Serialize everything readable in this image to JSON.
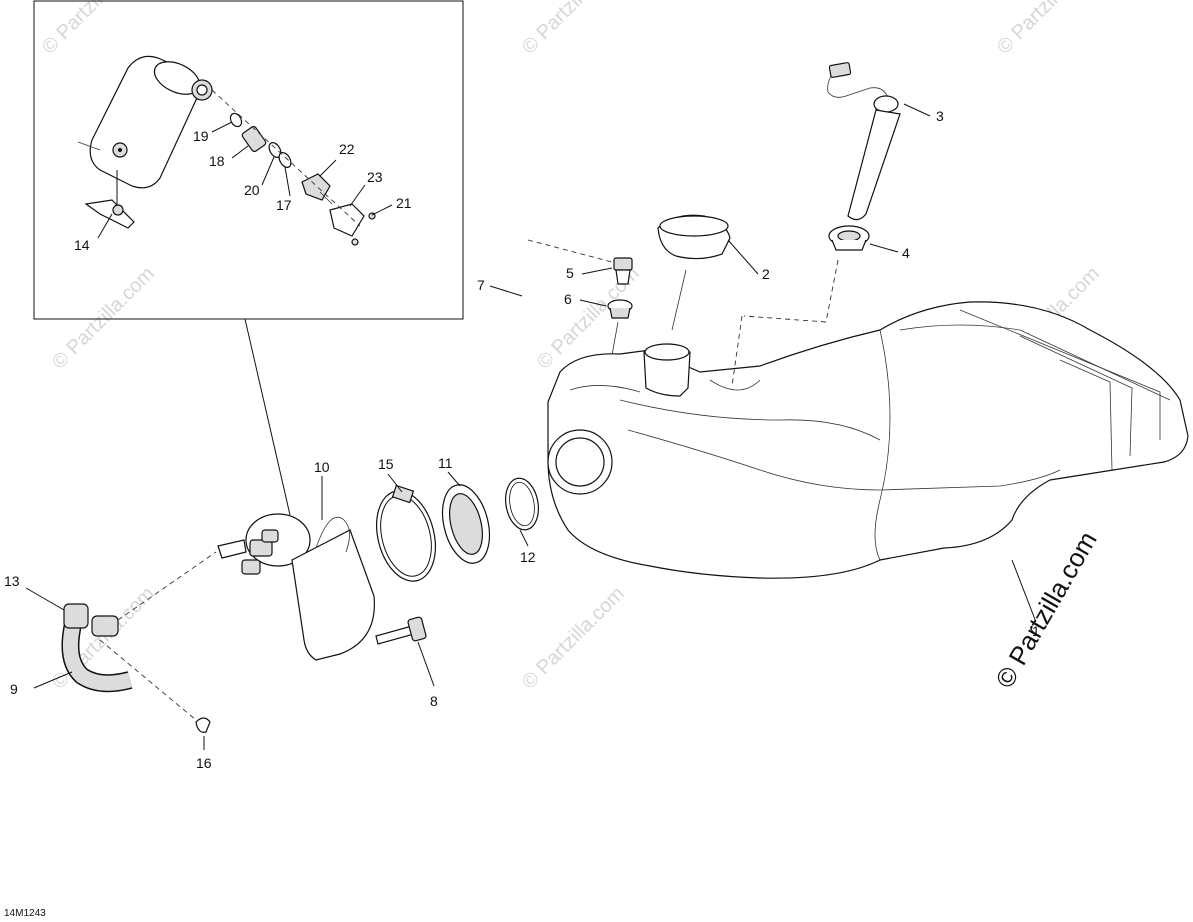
{
  "diagram": {
    "watermark_text": "© Partzilla.com",
    "corner_watermark_text": "© Partzilla.com",
    "figure_code": "14M1243",
    "callouts": {
      "c1": "1",
      "c2": "2",
      "c3": "3",
      "c4": "4",
      "c5": "5",
      "c6": "6",
      "c7": "7",
      "c8": "8",
      "c9": "9",
      "c10": "10",
      "c11": "11",
      "c12": "12",
      "c13": "13",
      "c14": "14",
      "c15": "15",
      "c16": "16",
      "c17": "17",
      "c18": "18",
      "c19": "19",
      "c20": "20",
      "c21": "21",
      "c22": "22",
      "c23": "23"
    }
  }
}
